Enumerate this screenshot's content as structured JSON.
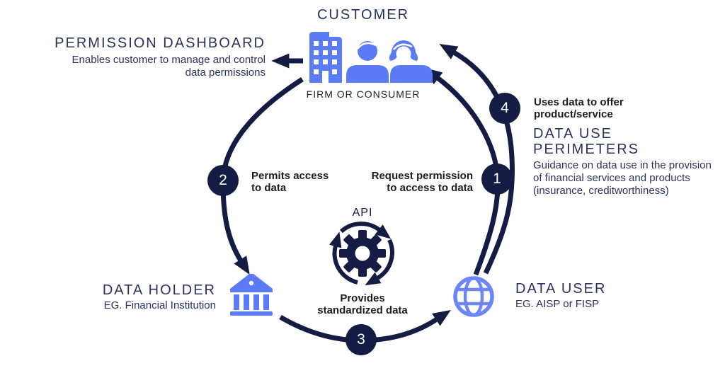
{
  "colors": {
    "navy": "#151C44",
    "heading_navy": "#2A335F",
    "label_dark": "#1D1D1D",
    "icon_blue": "#5B7BF6",
    "globe_blue": "#6C86F7",
    "background": "#FFFFFF"
  },
  "customer": {
    "title": "CUSTOMER",
    "subtitle": "FIRM OR CONSUMER",
    "icons": [
      "building-icon",
      "male-person-icon",
      "female-person-icon"
    ]
  },
  "permission_dashboard": {
    "title": "PERMISSION DASHBOARD",
    "desc_line1": "Enables customer to manage and control",
    "desc_line2": "data permissions"
  },
  "data_holder": {
    "title": "DATA HOLDER",
    "subtitle": "EG. Financial Institution",
    "icon": "bank-icon"
  },
  "data_user": {
    "title": "DATA USER",
    "subtitle": "EG. AISP or FISP",
    "icon": "globe-icon"
  },
  "data_use_perimeters": {
    "title_line1": "DATA USE",
    "title_line2": "PERIMETERS",
    "desc_line1": "Guidance on data use in the provision",
    "desc_line2": "of financial services and products",
    "desc_line3": "(insurance, creditworthiness)"
  },
  "api": {
    "label": "API",
    "icon": "gear-sync-icon"
  },
  "steps": [
    {
      "number": "1",
      "line1": "Request permission",
      "line2": "to access to data"
    },
    {
      "number": "2",
      "line1": "Permits access",
      "line2": "to data"
    },
    {
      "number": "3",
      "line1": "Provides",
      "line2": "standardized data"
    },
    {
      "number": "4",
      "line1": "Uses data to offer",
      "line2": "product/service"
    }
  ]
}
